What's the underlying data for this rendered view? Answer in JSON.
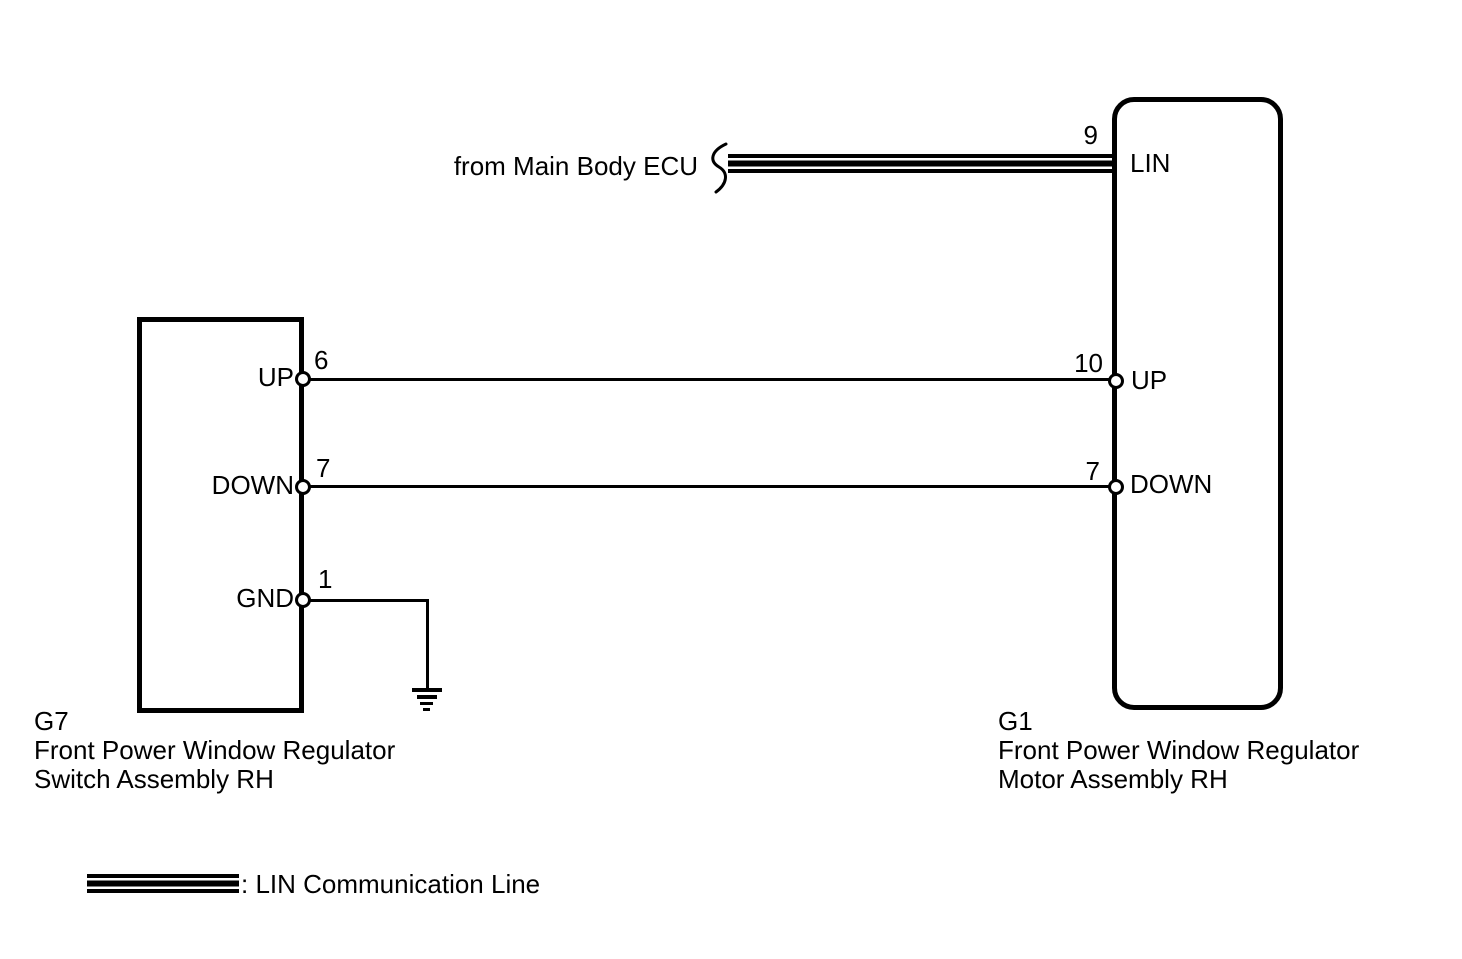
{
  "diagram": {
    "ecu_label": "from Main Body ECU",
    "left_connector": {
      "code": "G7",
      "name_line1": "Front Power Window Regulator",
      "name_line2": "Switch Assembly RH",
      "pins": [
        {
          "number": "6",
          "label": "UP"
        },
        {
          "number": "7",
          "label": "DOWN"
        },
        {
          "number": "1",
          "label": "GND"
        }
      ]
    },
    "right_connector": {
      "code": "G1",
      "name_line1": "Front Power Window Regulator",
      "name_line2": "Motor Assembly RH",
      "pins": [
        {
          "number": "9",
          "label": "LIN"
        },
        {
          "number": "10",
          "label": "UP"
        },
        {
          "number": "7",
          "label": "DOWN"
        }
      ]
    },
    "legend": {
      "label": ": LIN Communication Line"
    },
    "colors": {
      "line": "#000000",
      "background": "#ffffff"
    }
  }
}
